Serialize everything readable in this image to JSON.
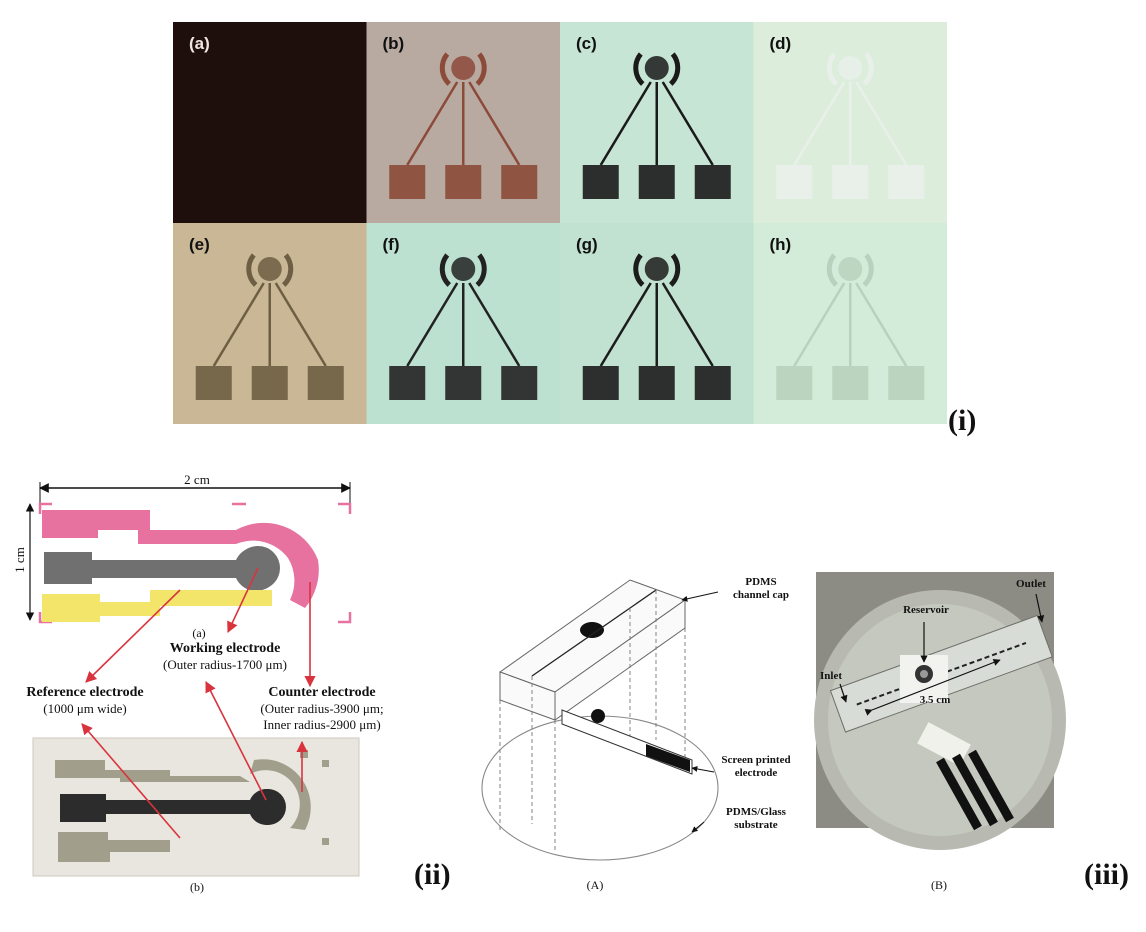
{
  "figure_i": {
    "panels": [
      {
        "label": "(a)",
        "bg": "#1e0f0c",
        "electrode": "none"
      },
      {
        "label": "(b)",
        "bg": "#b9aaa1",
        "electrode": "#8c4a39"
      },
      {
        "label": "(c)",
        "bg": "#c7e5d5",
        "electrode": "#1a1a1a"
      },
      {
        "label": "(d)",
        "bg": "#dceddc",
        "electrode": "#e9f0ea"
      },
      {
        "label": "(e)",
        "bg": "#c9b795",
        "electrode": "#6e5e43"
      },
      {
        "label": "(f)",
        "bg": "#bde1d1",
        "electrode": "#222222"
      },
      {
        "label": "(g)",
        "bg": "#c2e2d1",
        "electrode": "#1c1c1c"
      },
      {
        "label": "(h)",
        "bg": "#d3ebd9",
        "electrode": "#b7d2bc"
      }
    ],
    "roman_label": "(i)"
  },
  "figure_ii": {
    "width_label": "2 cm",
    "height_label": "1 cm",
    "caption_a": "(a)",
    "caption_b": "(b)",
    "working": {
      "title": "Working electrode",
      "detail": "(Outer radius-1700 μm)"
    },
    "reference": {
      "title": "Reference electrode",
      "detail": "(1000 μm wide)"
    },
    "counter": {
      "title": "Counter electrode",
      "detail_1": "(Outer radius-3900 μm;",
      "detail_2": "Inner radius-2900 μm)"
    },
    "roman_label": "(ii)",
    "colors": {
      "counter": "#e7729f",
      "working": "#707070",
      "reference": "#f2e56a",
      "arrow": "#d9343e"
    }
  },
  "figure_iii": {
    "pdms_cap_1": "PDMS",
    "pdms_cap_2": "channel cap",
    "screen_printed_1": "Screen printed",
    "screen_printed_2": "electrode",
    "substrate_1": "PDMS/Glass",
    "substrate_2": "substrate",
    "caption_A": "(A)",
    "caption_B": "(B)",
    "outlet": "Outlet",
    "reservoir": "Reservoir",
    "inlet": "Inlet",
    "distance": "3.5 cm",
    "roman_label": "(iii)"
  }
}
